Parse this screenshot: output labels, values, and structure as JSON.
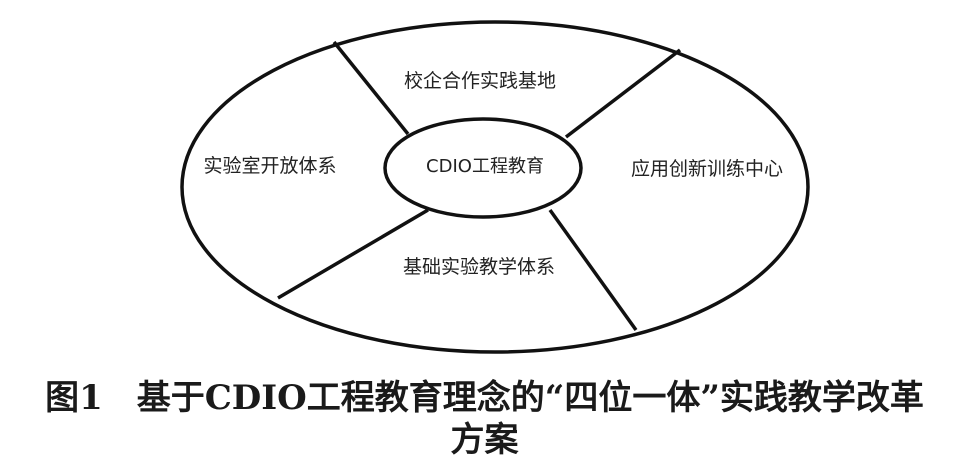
{
  "diagram": {
    "center": "CDIO工程教育",
    "segments": {
      "top": "校企合作实践基地",
      "left": "实验室开放体系",
      "right": "应用创新训练中心",
      "bottom": "基础实验教学体系"
    },
    "stroke_color": "#111111"
  },
  "caption": {
    "line1": "图1　基于CDIO工程教育理念的“四位一体”实践教学改革",
    "line2": "方案"
  }
}
